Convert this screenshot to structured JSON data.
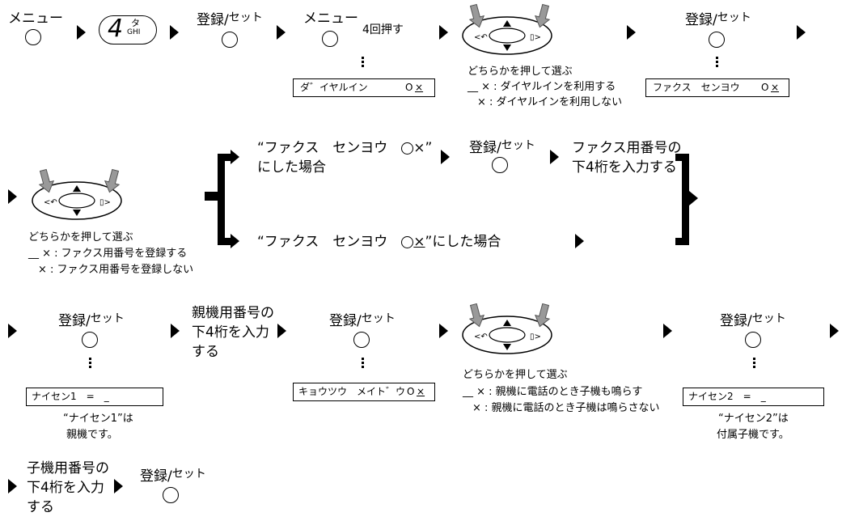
{
  "labels": {
    "menu": "メニュー",
    "register_set": "登録",
    "set": "セット",
    "four_times": "4回押す",
    "digit4": "4",
    "key4_kana": "タ",
    "key4_ghi": "GHI",
    "choose": "どちらかを押して選ぶ"
  },
  "lcd": {
    "dial_in": "ダ゛イヤルイン",
    "fax_center": "ファクス　センヨウ",
    "ox": "O",
    "x_mark": "×",
    "kyoutsuu": "キョウツウ　メイト゛ウ",
    "naisen1": "ナイセン1　=　_",
    "naisen2": "ナイセン2　=　_"
  },
  "notes": {
    "dial_in_use": "__ × : ダイヤルインを利用する",
    "dial_in_no": " × : ダイヤルインを利用しない",
    "fax_reg": "__ × : ファクス用番号を登録する",
    "fax_noreg": " × : ファクス用番号を登録しない",
    "parent_ring": "__ × : 親機に電話のとき子機も鳴らす",
    "parent_noring": " × : 親機に電話のとき子機は鳴らさない",
    "fax_case1_a": "“ファクス　センヨウ　",
    "fax_case1_b": "×”",
    "fax_case1_c": "にした場合",
    "fax_case2_a": "“ファクス　センヨウ　",
    "fax_case2_b": "”にした場合",
    "fax_digits_1": "ファクス用番号の",
    "fax_digits_2": "下4桁を入力する",
    "parent_digits_1": "親機用番号の",
    "parent_digits_2": "下4桁を入力",
    "parent_digits_3": "する",
    "child_digits_1": "子機用番号の",
    "child_digits_2": "下4桁を入力",
    "child_digits_3": "する",
    "naisen1_note_1": "“ナイセン1”は",
    "naisen1_note_2": "親機です。",
    "naisen2_note_1": "“ナイセン2”は",
    "naisen2_note_2": "付属子機です。"
  }
}
